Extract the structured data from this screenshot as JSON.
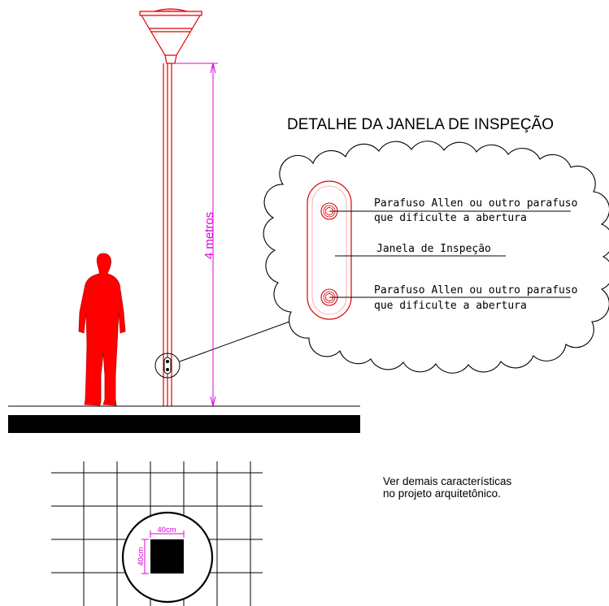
{
  "colors": {
    "pole": "#e00000",
    "person": "#ff0000",
    "dimension": "#e000e0",
    "ink": "#000000"
  },
  "detail_title": "DETALHE DA JANELA DE INSPEÇÃO",
  "detail_labels": {
    "screw_top_line1": "Parafuso Allen ou outro parafuso",
    "screw_top_line2": "que dificulte a abertura",
    "window": "Janela de Inspeção",
    "screw_bottom_line1": "Parafuso Allen ou outro parafuso",
    "screw_bottom_line2": "que dificulte a abertura"
  },
  "dimensions": {
    "pole_height": "4 metros",
    "base_width": "40cm",
    "base_height": "40cm"
  },
  "notes": {
    "line1": "Ver demais características",
    "line2": "no projeto arquitetônico."
  },
  "icons": {
    "person": "person-silhouette-icon",
    "lamp": "street-lamp-icon",
    "screw": "allen-screw-icon"
  }
}
